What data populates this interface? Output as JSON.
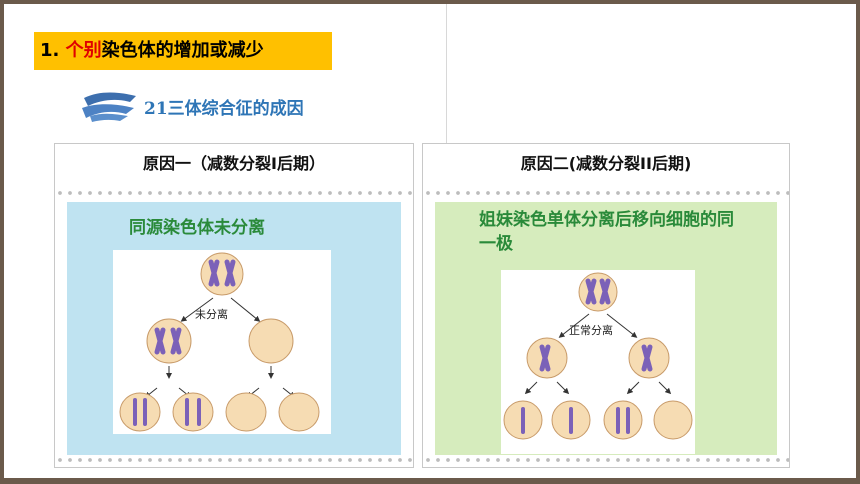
{
  "heading": {
    "prefix": "1. ",
    "highlight": "个别",
    "rest": "染色体的增加或减少"
  },
  "subtitle": "21三体综合征的成因",
  "cards": [
    {
      "title": "原因一（减数分裂I后期）",
      "label": "同源染色体未分离",
      "diagram_label": "未分离"
    },
    {
      "title": "原因二(减数分裂II后期)",
      "label": "姐妹染色单体分离后移向细胞的同一极",
      "diagram_label": "正常分离"
    }
  ],
  "colors": {
    "accent_yellow": "#ffc000",
    "highlight_red": "#e00000",
    "subtitle_blue": "#2e75b6",
    "label_green": "#2a8a3a",
    "panel_blue": "#bfe3f1",
    "panel_green": "#d6ecbd",
    "cell_fill": "#f6dcb3",
    "chromosome": "#7b61b8"
  }
}
